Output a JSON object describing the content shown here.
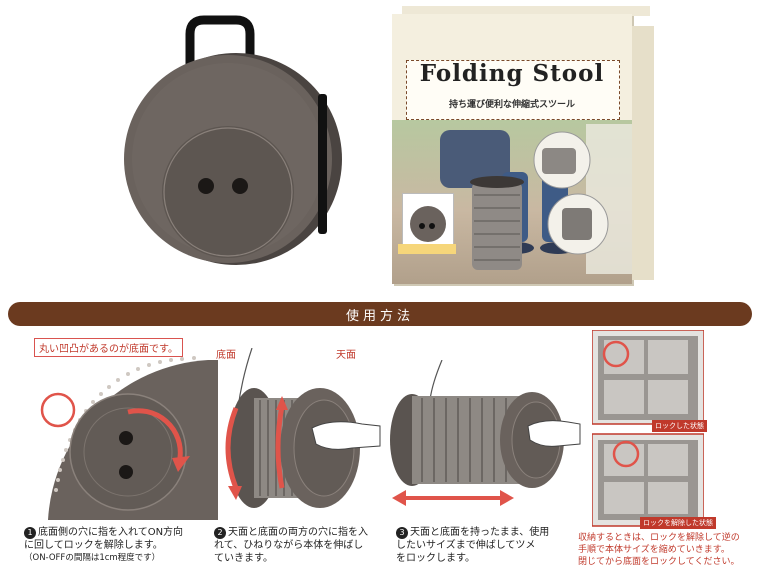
{
  "product_box": {
    "title": "Folding Stool",
    "subtitle": "持ち運び便利な伸縮式スツール"
  },
  "banner": {
    "title": "使用方法"
  },
  "step1": {
    "callout": "丸い凹凸があるのが底面です。",
    "number": "1",
    "text_line1": "底面側の穴に指を入れてON方向",
    "text_line2": "に回してロックを解除します。",
    "note": "（ON-OFFの間隔は1cm程度です）"
  },
  "step2": {
    "label_bottom": "底面",
    "label_top": "天面",
    "number": "2",
    "text_line1": "天面と底面の両方の穴に指を入",
    "text_line2": "れて、ひねりながら本体を伸ばし",
    "text_line3": "ていきます。"
  },
  "step3": {
    "number": "3",
    "text_line1": "天面と底面を持ったまま、使用",
    "text_line2": "したいサイズまで伸ばしてツメ",
    "text_line3": "をロックします。"
  },
  "step4": {
    "tag_locked": "ロックした状態",
    "tag_unlocked": "ロックを解除した状態",
    "note_line1": "収納するときは、ロックを解除して逆の",
    "note_line2": "手順で本体サイズを縮めていきます。",
    "note_line3": "閉じてから底面をロックしてください。"
  },
  "colors": {
    "banner": "#6b3a1f",
    "accent_red": "#c0392b",
    "stool_gray": "#5f5854"
  }
}
